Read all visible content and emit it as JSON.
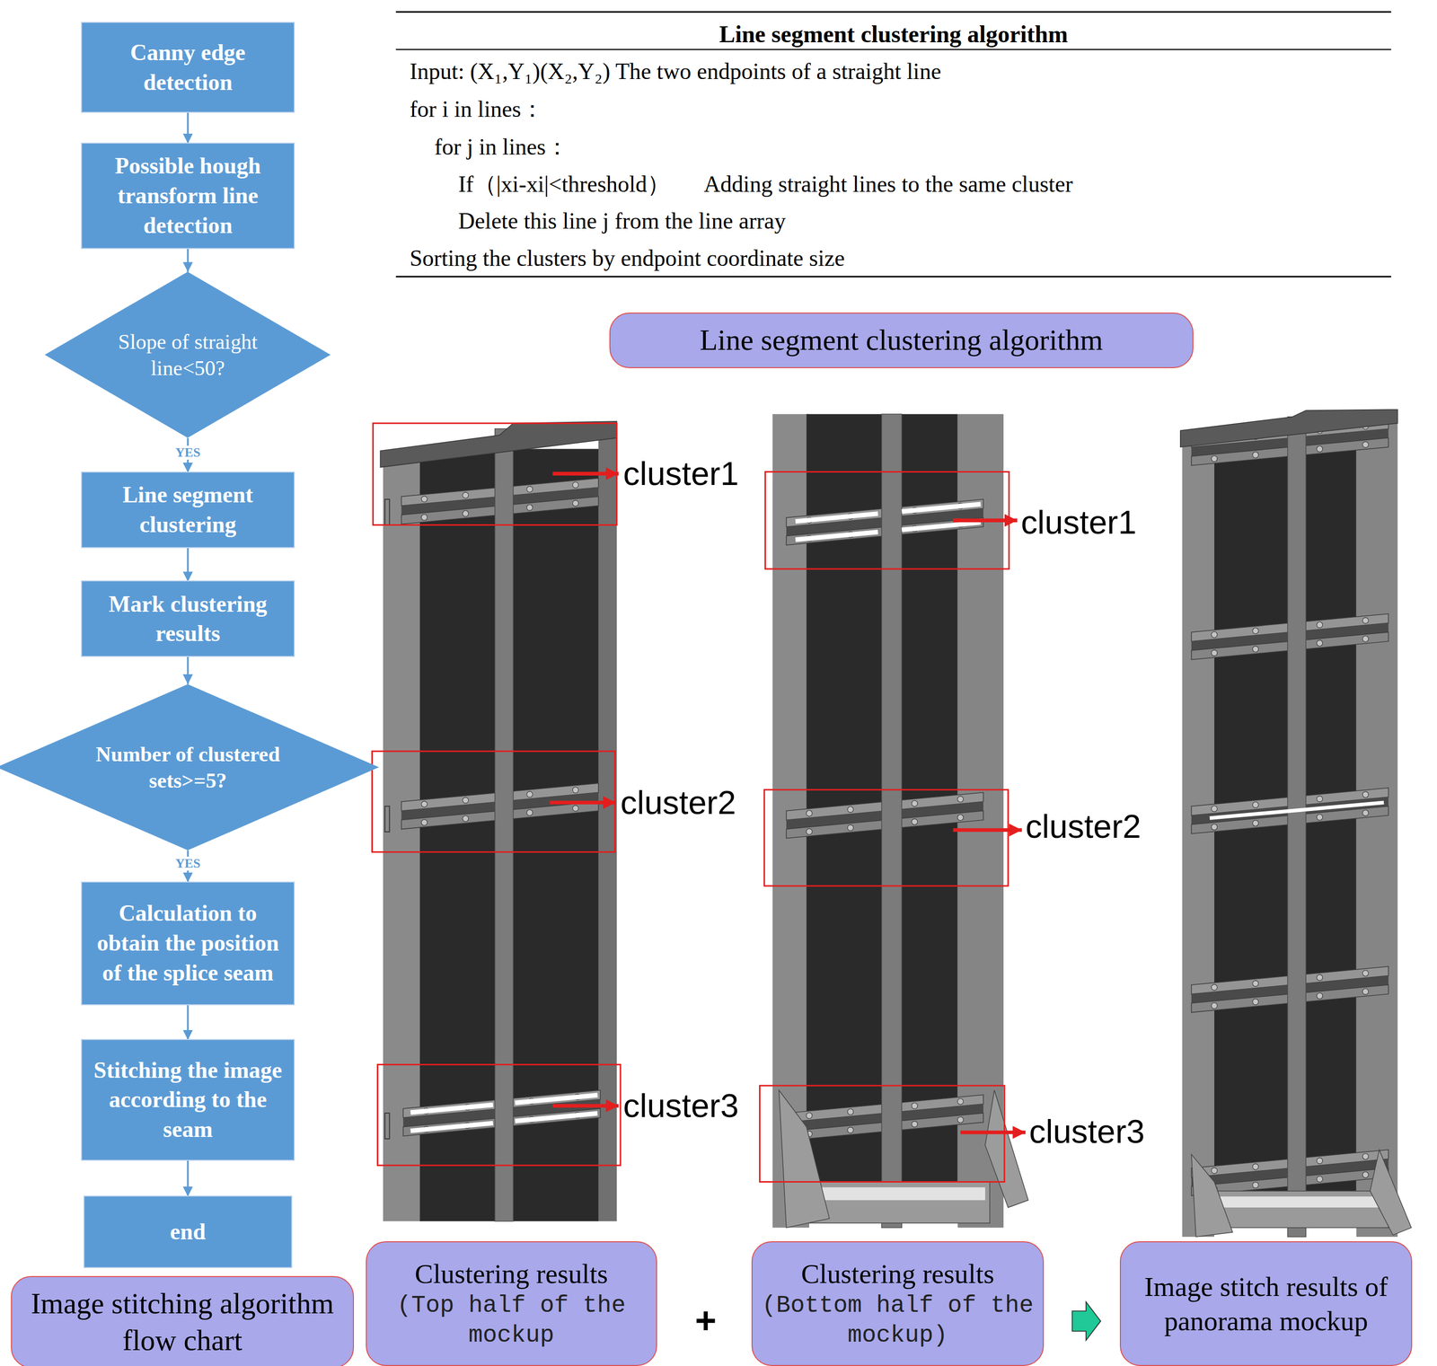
{
  "diagram": {
    "nodes": [
      {
        "text": [
          "Canny edge detection"
        ]
      },
      {
        "text": [
          "Possible hough transform line detection"
        ]
      },
      {
        "text": [
          "Slope of straight line<50?"
        ]
      },
      {
        "text": [
          "Line segment clustering"
        ]
      },
      {
        "text": [
          "Mark clustering results"
        ]
      },
      {
        "text": [
          "Number of clustered sets>=5?"
        ]
      },
      {
        "text": [
          "Calculation to obtain the position of the splice seam"
        ]
      },
      {
        "text": [
          "Stitching the image according to the seam"
        ]
      },
      {
        "text": [
          "end"
        ]
      },
      {
        "text": [
          "Image stitching algorithm flow chart"
        ]
      },
      {
        "text": [
          "Line segment clustering algorithm"
        ]
      },
      {
        "text": [
          "Clustering results",
          "(Top half of the mockup"
        ]
      },
      {
        "text": [
          "Clustering results",
          "(Bottom half of the mockup)"
        ]
      },
      {
        "text": [
          "Image stitch results of panorama mockup"
        ]
      }
    ],
    "edges": [
      {
        "from": 0,
        "to": 1,
        "arrow": "to"
      },
      {
        "from": 1,
        "to": 2,
        "arrow": "to"
      },
      {
        "from": 2,
        "to": 3,
        "label": "YES",
        "arrow": "to"
      },
      {
        "from": 3,
        "to": 4,
        "arrow": "to"
      },
      {
        "from": 4,
        "to": 5,
        "arrow": "to"
      },
      {
        "from": 5,
        "to": 6,
        "label": "YES",
        "arrow": "to"
      },
      {
        "from": 6,
        "to": 7,
        "arrow": "to"
      },
      {
        "from": 7,
        "to": 8,
        "arrow": "to"
      }
    ],
    "labels": [
      "Line segment clustering algorithm",
      "Input: (X₁,Y₁)(X₂,Y₂) The two endpoints of a straight line",
      "for i in lines：",
      "for j in lines：",
      "If（|xi-xi|<threshold）",
      "Adding straight lines to the same cluster",
      "Delete this line j from the line array",
      "Sorting the clusters by endpoint coordinate size",
      "cluster1",
      "cluster2",
      "cluster3",
      "cluster1",
      "cluster2",
      "cluster3",
      "+"
    ]
  }
}
